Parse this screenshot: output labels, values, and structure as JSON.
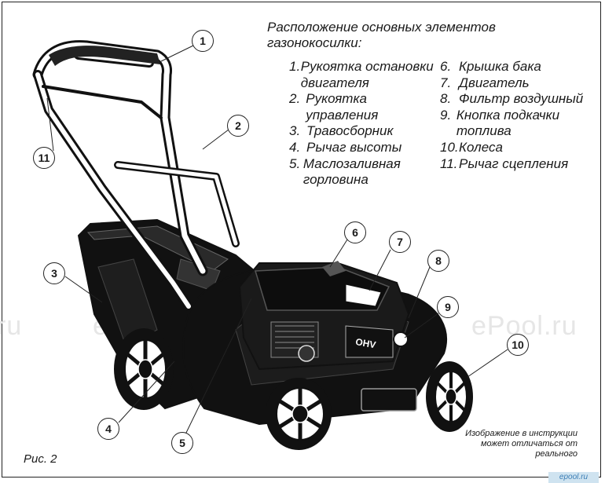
{
  "title": "Расположение основных элементов газонокосилки:",
  "parts_col1": [
    {
      "num": "1.",
      "label": "Рукоятка остановки двигателя"
    },
    {
      "num": "2.",
      "label": "Рукоятка управления"
    },
    {
      "num": "3.",
      "label": "Травосборник"
    },
    {
      "num": "4.",
      "label": "Рычаг высоты"
    },
    {
      "num": "5.",
      "label": "Маслозаливная горловина"
    }
  ],
  "parts_col2": [
    {
      "num": "6.",
      "label": "Крышка бака"
    },
    {
      "num": "7.",
      "label": "Двигатель"
    },
    {
      "num": "8.",
      "label": "Фильтр воздушный"
    },
    {
      "num": "9.",
      "label": "Кнопка подкачки топлива"
    },
    {
      "num": "10.",
      "label": "Колеса"
    },
    {
      "num": "11.",
      "label": "Рычаг сцепления"
    }
  ],
  "callouts": [
    "1",
    "2",
    "3",
    "4",
    "5",
    "6",
    "7",
    "8",
    "9",
    "10",
    "11"
  ],
  "figure_label": "Рис. 2",
  "note": "Изображение в инструкции может отличаться от реального",
  "watermark": "ePool.ru",
  "watermark_left": "ru",
  "corner_logo": "epool.ru",
  "engine_badge": "OHV"
}
